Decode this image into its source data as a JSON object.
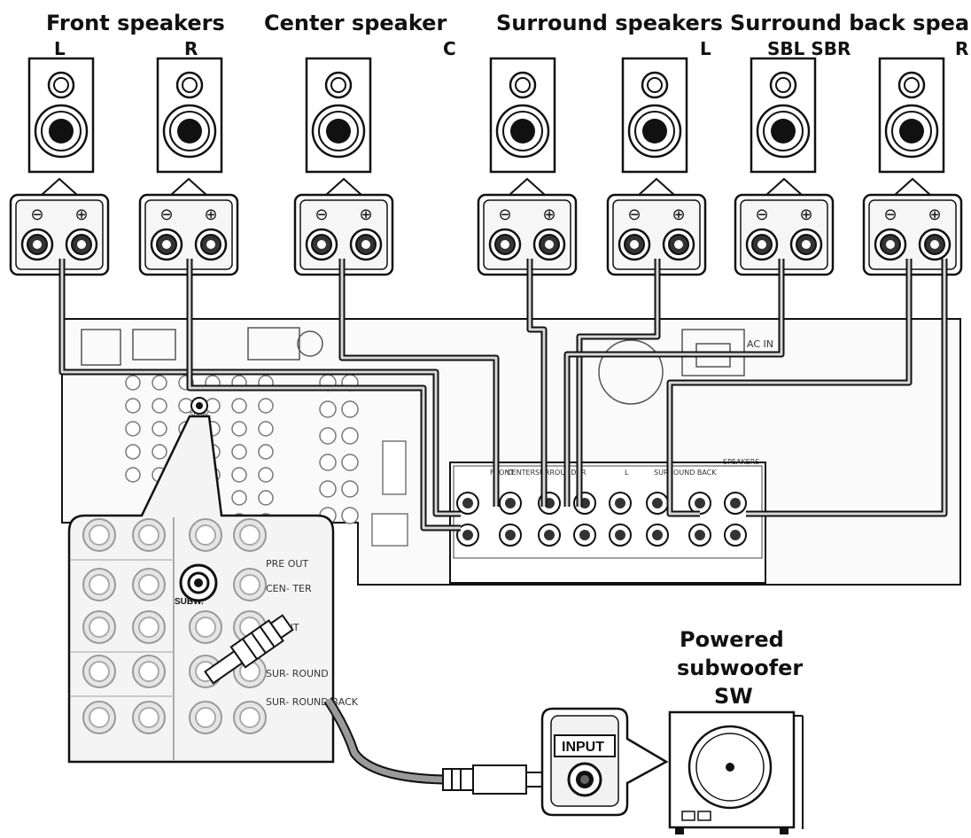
{
  "groups": {
    "front": "Front speakers",
    "center": "Center speaker",
    "surround": "Surround speakers",
    "surround_back": "Surround back speakers"
  },
  "channel_labels": {
    "front_l": "L",
    "front_r": "R",
    "center_c": "C",
    "surround_l": "L",
    "surround_back_sbl": "SBL SBR",
    "surround_back_r": "R"
  },
  "terminal_symbols": {
    "minus": "⊖",
    "plus": "⊕"
  },
  "receiver": {
    "ac_in": "AC IN",
    "speakers": "SPEAKERS",
    "surround_back": "SURROUND BACK",
    "front": "FRONT",
    "center": "CENTER",
    "surround": "SURROUND",
    "r": "R",
    "l": "L",
    "subw_small": "SUBW"
  },
  "zoom_panel": {
    "subw": "SUBW.",
    "pre_out": "PRE OUT",
    "center": "CEN- TER",
    "front": "FRONT",
    "surround": "SUR- ROUND",
    "surround_back": "SUR- ROUND BACK"
  },
  "subwoofer": {
    "line1": "Powered",
    "line2": "subwoofer",
    "label": "SW",
    "input": "INPUT"
  },
  "colors": {
    "line": "#111111",
    "cable_gray": "#9a9a9a",
    "panel_fill": "#f2f2f2"
  }
}
